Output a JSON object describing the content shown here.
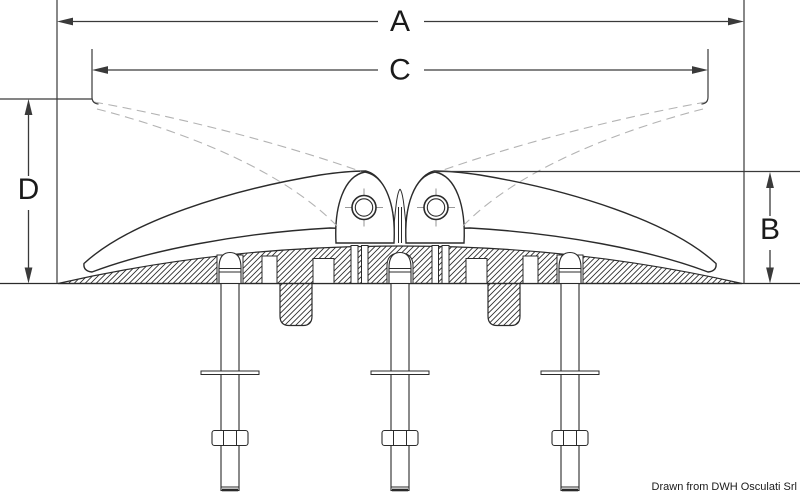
{
  "diagram": {
    "kind": "technical dimension drawing",
    "dimension_labels": {
      "a": "A",
      "b": "B",
      "c": "C",
      "d": "D"
    },
    "credit": "Drawn from DWH Osculati Srl"
  },
  "colors": {
    "background": "#ffffff",
    "drawing_line": "#2b2b2b",
    "dimension_line": "#3a3a3a",
    "dashed_outline": "#b3b3b3",
    "label_text": "#1a1a1a"
  }
}
